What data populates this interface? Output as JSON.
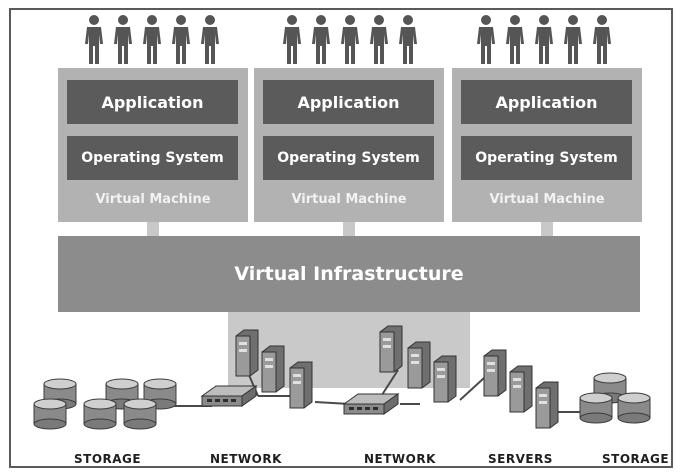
{
  "vms": [
    {
      "app": "Application",
      "os": "Operating System",
      "label": "Virtual Machine"
    },
    {
      "app": "Application",
      "os": "Operating System",
      "label": "Virtual Machine"
    },
    {
      "app": "Application",
      "os": "Operating System",
      "label": "Virtual Machine"
    }
  ],
  "infrastructure": {
    "label": "Virtual Infrastructure"
  },
  "hardware_labels": [
    "STORAGE",
    "NETWORK",
    "NETWORK",
    "SERVERS",
    "STORAGE"
  ],
  "colors": {
    "vm_panel": "#b2b2b2",
    "vm_box": "#5b5b5b",
    "infrastructure": "#8c8c8c",
    "people": "#555555",
    "device": "#8a8a8a"
  },
  "icons": [
    "person-icon",
    "storage-icon",
    "network-switch-icon",
    "server-icon"
  ]
}
